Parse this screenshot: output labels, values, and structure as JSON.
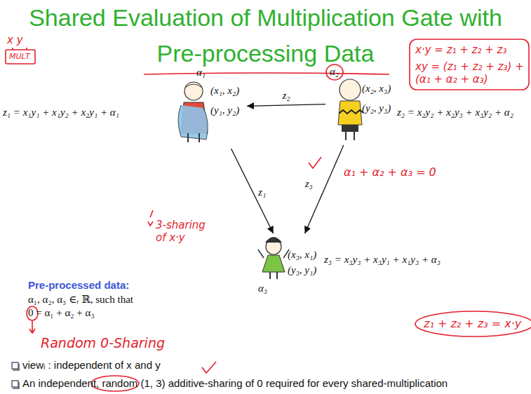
{
  "diagram": {
    "title": "Shared Evaluation of Multiplication Gate with Pre-processing Data",
    "nodes": [
      {
        "text": [
          "α₁",
          "(x₁, x₂)",
          "(y₁, y₂)"
        ]
      },
      {
        "text": [
          "α₂",
          "(x₂, x₃)",
          "(y₂, y₃)"
        ]
      },
      {
        "text": [
          "(x₃, x₁)",
          "(y₃, y₁)",
          "α₃"
        ]
      }
    ],
    "edges": [
      {
        "from": 1,
        "to": 0,
        "arrow": "to",
        "label": "z₂"
      },
      {
        "from": 0,
        "to": 2,
        "arrow": "to",
        "label": "z₁"
      },
      {
        "from": 1,
        "to": 2,
        "arrow": "to",
        "label": "z₃"
      }
    ],
    "labels": [
      "z₁ = x₁y₁ + x₁y₂ + x₂y₁ + α₁",
      "z₂ = x₂y₂ + x₂y₃ + x₃y₂ + α₂",
      "z₃ = x₃y₃ + x₃y₁ + x₁y₃ + α₃",
      "Pre-processed data:",
      "α₁, α₂, α₃ ∈ᵣ ℝ, such that",
      "0 = α₁ + α₂ + α₃",
      "viewᵢ : independent of x and y",
      "An independent, random (1, 3) additive-sharing of 0 required for every shared-multiplication",
      "x y",
      "MULT",
      "x·y = z₁ + z₂ + z₃",
      "xy = (z₁ + z₂ + z₃) + (α₁ + α₂ + α₃)",
      "α₁ + α₂ + α₃ = 0",
      "3-sharing of x·y",
      "Random 0-Sharing",
      "z₁ + z₂ + z₃ = x·y"
    ]
  }
}
